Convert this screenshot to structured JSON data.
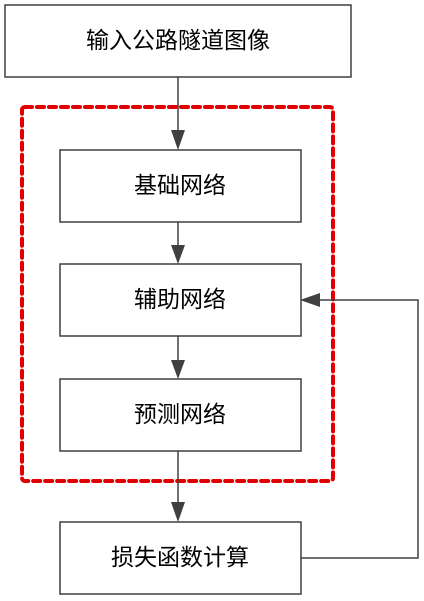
{
  "nodes": {
    "input": {
      "label": "输入公路隧道图像"
    },
    "base": {
      "label": "基础网络"
    },
    "aux": {
      "label": "辅助网络"
    },
    "pred": {
      "label": "预测网络"
    },
    "loss": {
      "label": "损失函数计算"
    }
  },
  "colors": {
    "box_border": "#3f3f3f",
    "arrow": "#404040",
    "group_frame": "#e00000",
    "text": "#000000"
  }
}
